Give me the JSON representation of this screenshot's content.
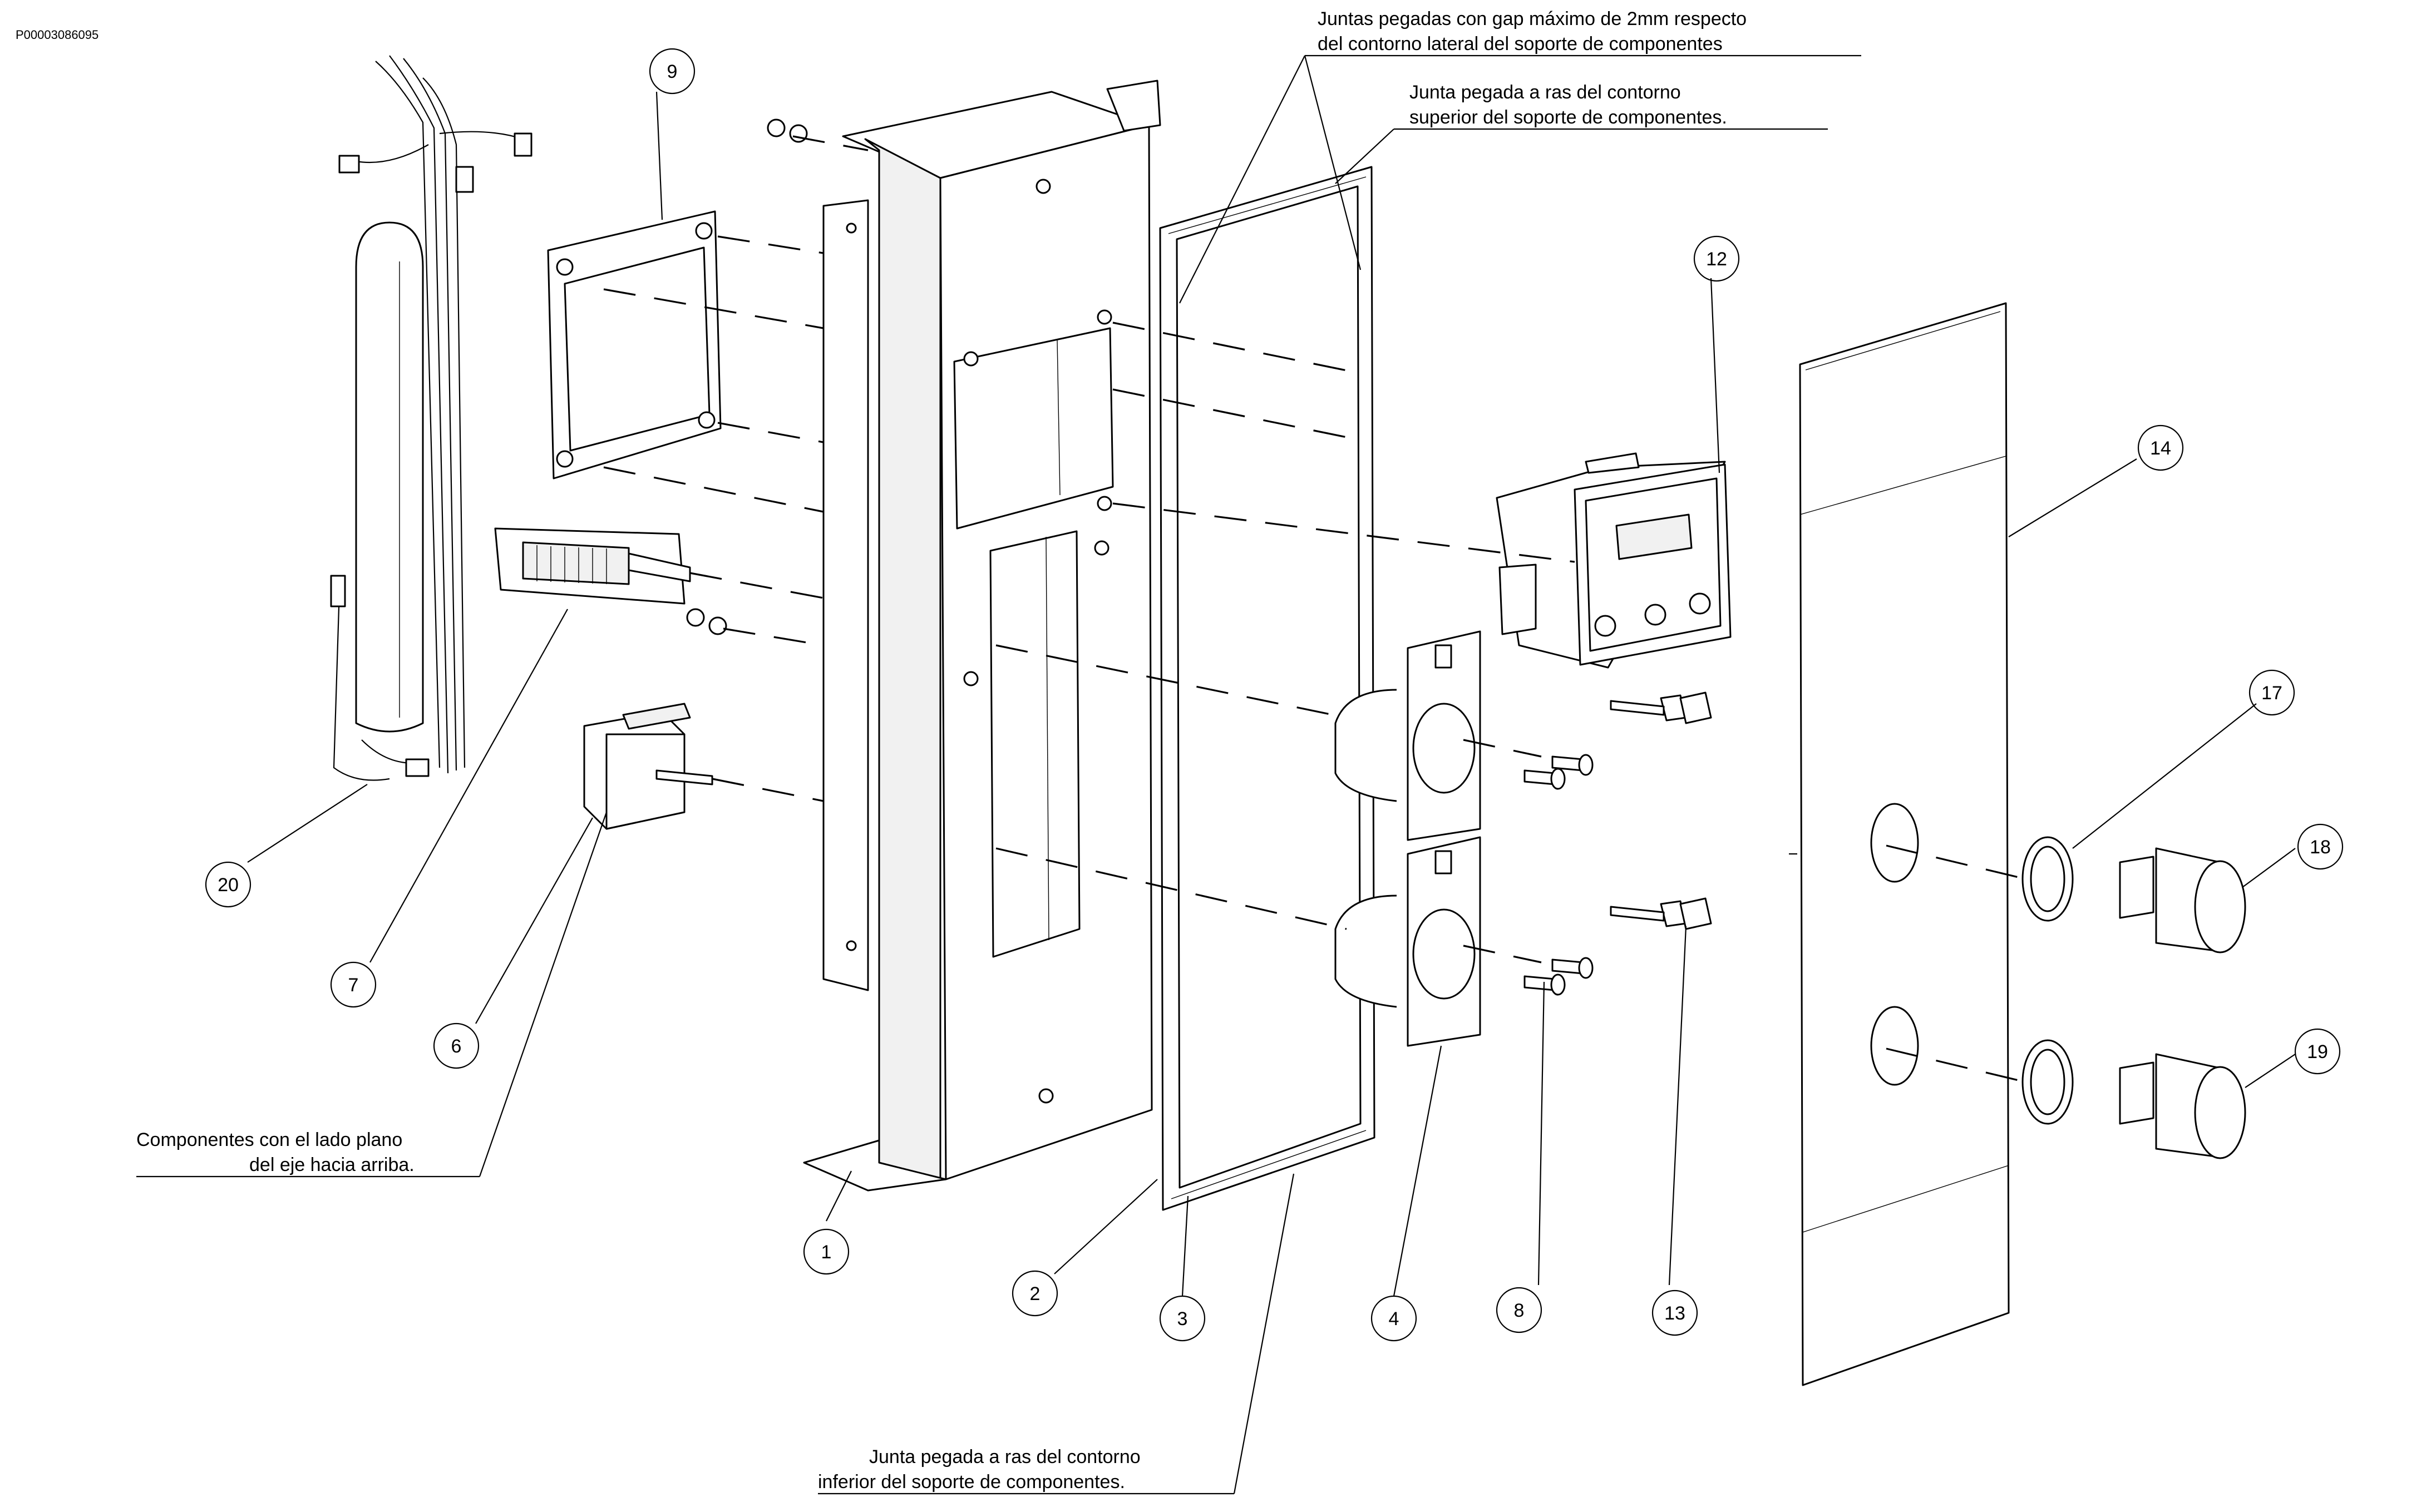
{
  "drawing_code": "P00003086095",
  "notes": {
    "lateral_line1": "Juntas pegadas con gap máximo de 2mm respecto",
    "lateral_line2": "del contorno lateral del soporte de componentes",
    "superior_line1": "Junta pegada a ras del contorno",
    "superior_line2": "superior del soporte de componentes.",
    "inferior_line1": "Junta pegada a ras del contorno",
    "inferior_line2": "inferior del soporte de componentes.",
    "orientation_line1": "Componentes con el lado plano",
    "orientation_line2": "del eje hacia arriba."
  },
  "callouts": [
    {
      "id": "c1",
      "label": "1"
    },
    {
      "id": "c2",
      "label": "2"
    },
    {
      "id": "c3",
      "label": "3"
    },
    {
      "id": "c4",
      "label": "4"
    },
    {
      "id": "c6",
      "label": "6"
    },
    {
      "id": "c7",
      "label": "7"
    },
    {
      "id": "c8",
      "label": "8"
    },
    {
      "id": "c9",
      "label": "9"
    },
    {
      "id": "c12",
      "label": "12"
    },
    {
      "id": "c13",
      "label": "13"
    },
    {
      "id": "c14",
      "label": "14"
    },
    {
      "id": "c17",
      "label": "17"
    },
    {
      "id": "c18",
      "label": "18"
    },
    {
      "id": "c19",
      "label": "19"
    },
    {
      "id": "c20",
      "label": "20"
    }
  ]
}
